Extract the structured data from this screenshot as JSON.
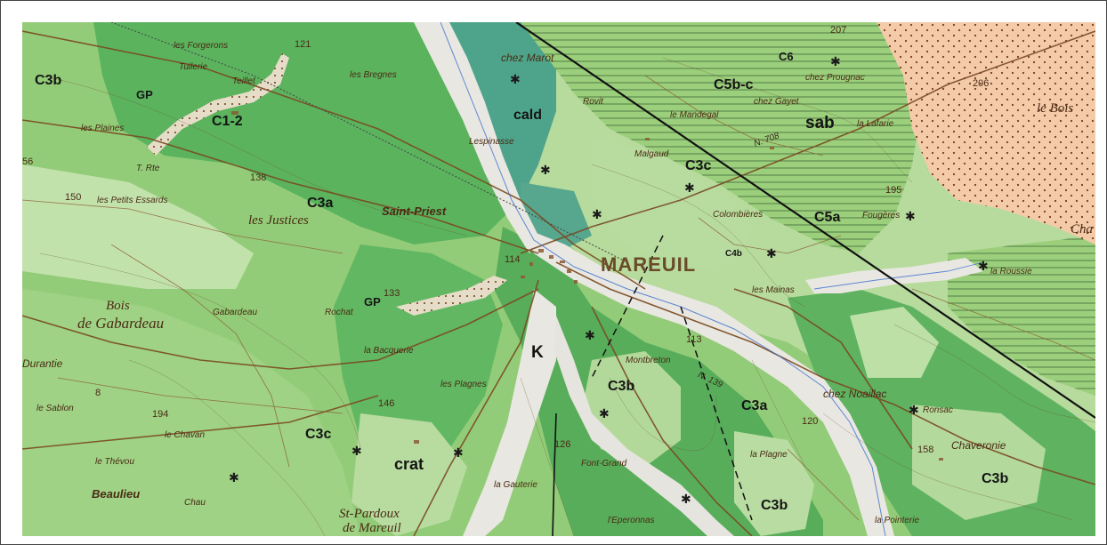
{
  "colors": {
    "light_green": "#b8dca0",
    "mid_green": "#8fca72",
    "dark_green": "#55ad57",
    "teal_green": "#4fa38a",
    "alluvium": "#e8e6e0",
    "sand": "#f2c9a8",
    "road": "#7a4a22",
    "river": "#3a6fd0"
  },
  "geology_labels": [
    {
      "id": "c3b-nw",
      "text": "C3b"
    },
    {
      "id": "c1-2",
      "text": "C1-2"
    },
    {
      "id": "gp-1",
      "text": "GP"
    },
    {
      "id": "c3a-1",
      "text": "C3a"
    },
    {
      "id": "cald",
      "text": "cald"
    },
    {
      "id": "c5b-c",
      "text": "C5b-c"
    },
    {
      "id": "c6",
      "text": "C6"
    },
    {
      "id": "sab",
      "text": "sab"
    },
    {
      "id": "c3c-1",
      "text": "C3c"
    },
    {
      "id": "c5a",
      "text": "C5a"
    },
    {
      "id": "c4",
      "text": "C4b"
    },
    {
      "id": "gp-2",
      "text": "GP"
    },
    {
      "id": "k",
      "text": "K"
    },
    {
      "id": "c3b-2",
      "text": "C3b"
    },
    {
      "id": "c3a-2",
      "text": "C3a"
    },
    {
      "id": "c3c-2",
      "text": "C3c"
    },
    {
      "id": "crat",
      "text": "crat"
    },
    {
      "id": "c3b-3",
      "text": "C3b"
    },
    {
      "id": "c3b-4",
      "text": "C3b"
    }
  ],
  "place_labels": [
    {
      "id": "les-forgerons",
      "text": "les Forgerons"
    },
    {
      "id": "tuilerie",
      "text": "Tuilerie"
    },
    {
      "id": "teillet",
      "text": "Teillet"
    },
    {
      "id": "les-bregnes",
      "text": "les Bregnes"
    },
    {
      "id": "chez-marot",
      "text": "chez Marot"
    },
    {
      "id": "chez-prougnac",
      "text": "chez Prougnac"
    },
    {
      "id": "le-bois",
      "text": "le Bois"
    },
    {
      "id": "les-plaines",
      "text": "les Plaines"
    },
    {
      "id": "rovit",
      "text": "Rovit"
    },
    {
      "id": "le-mandegal",
      "text": "le Mandegal"
    },
    {
      "id": "chez-gayet",
      "text": "chez Gayet"
    },
    {
      "id": "la-lafarie",
      "text": "la Lafarie"
    },
    {
      "id": "lespinasse",
      "text": "Lespinasse"
    },
    {
      "id": "malgaud",
      "text": "Malgaud"
    },
    {
      "id": "les-petits-essards",
      "text": "les Petits Essards"
    },
    {
      "id": "les-justices",
      "text": "les Justices"
    },
    {
      "id": "saint-priest",
      "text": "Saint-Priest"
    },
    {
      "id": "colombieres",
      "text": "Colombières"
    },
    {
      "id": "fougeres",
      "text": "Fougères"
    },
    {
      "id": "la-roussie",
      "text": "la Roussie"
    },
    {
      "id": "les-mainas",
      "text": "les Mainas"
    },
    {
      "id": "bois",
      "text": "Bois"
    },
    {
      "id": "de-gabardeau",
      "text": "de Gabardeau"
    },
    {
      "id": "gabardeau",
      "text": "Gabardeau"
    },
    {
      "id": "rochat",
      "text": "Rochat"
    },
    {
      "id": "la-bacquerie",
      "text": "la Bacquerie"
    },
    {
      "id": "durantie",
      "text": "Durantie"
    },
    {
      "id": "montbreton",
      "text": "Montbreton"
    },
    {
      "id": "les-plagnes",
      "text": "les Plagnes"
    },
    {
      "id": "le-sablon",
      "text": "le Sablon"
    },
    {
      "id": "le-chavan",
      "text": "le Chavan"
    },
    {
      "id": "le-thevou",
      "text": "le Thévou"
    },
    {
      "id": "chez-noaillac",
      "text": "chez Noaillac"
    },
    {
      "id": "ronsac",
      "text": "Ronsac"
    },
    {
      "id": "chaveronie",
      "text": "Chaveronie"
    },
    {
      "id": "la-plagne",
      "text": "la Plagne"
    },
    {
      "id": "font-grand",
      "text": "Font-Grand"
    },
    {
      "id": "la-gauterie",
      "text": "la Gauterie"
    },
    {
      "id": "beaulieu",
      "text": "Beaulieu"
    },
    {
      "id": "st-pardoux",
      "text": "St-Pardoux"
    },
    {
      "id": "de-mareuil",
      "text": "de Mareuil"
    },
    {
      "id": "lepronnas",
      "text": "l'Eperonnas"
    },
    {
      "id": "la-pointerie",
      "text": "la Pointerie"
    },
    {
      "id": "chau",
      "text": "Chau"
    },
    {
      "id": "cha",
      "text": "Cha"
    }
  ],
  "town": {
    "text": "MAREUIL"
  },
  "roads": [
    {
      "id": "n708",
      "text": "N. 708"
    },
    {
      "id": "n139",
      "text": "N. 139"
    },
    {
      "id": "t-rte",
      "text": "T. Rte"
    }
  ],
  "elevations": [
    {
      "id": "e121",
      "text": "121"
    },
    {
      "id": "e207",
      "text": "207"
    },
    {
      "id": "e206",
      "text": "206"
    },
    {
      "id": "e138",
      "text": "138"
    },
    {
      "id": "e150",
      "text": "150"
    },
    {
      "id": "e56",
      "text": "56"
    },
    {
      "id": "e195",
      "text": "195"
    },
    {
      "id": "e114",
      "text": "114"
    },
    {
      "id": "e133",
      "text": "133"
    },
    {
      "id": "e113",
      "text": "113"
    },
    {
      "id": "e146",
      "text": "146"
    },
    {
      "id": "e194",
      "text": "194"
    },
    {
      "id": "e8",
      "text": "8"
    },
    {
      "id": "e126",
      "text": "126"
    },
    {
      "id": "e120",
      "text": "120"
    },
    {
      "id": "e158",
      "text": "158"
    }
  ]
}
